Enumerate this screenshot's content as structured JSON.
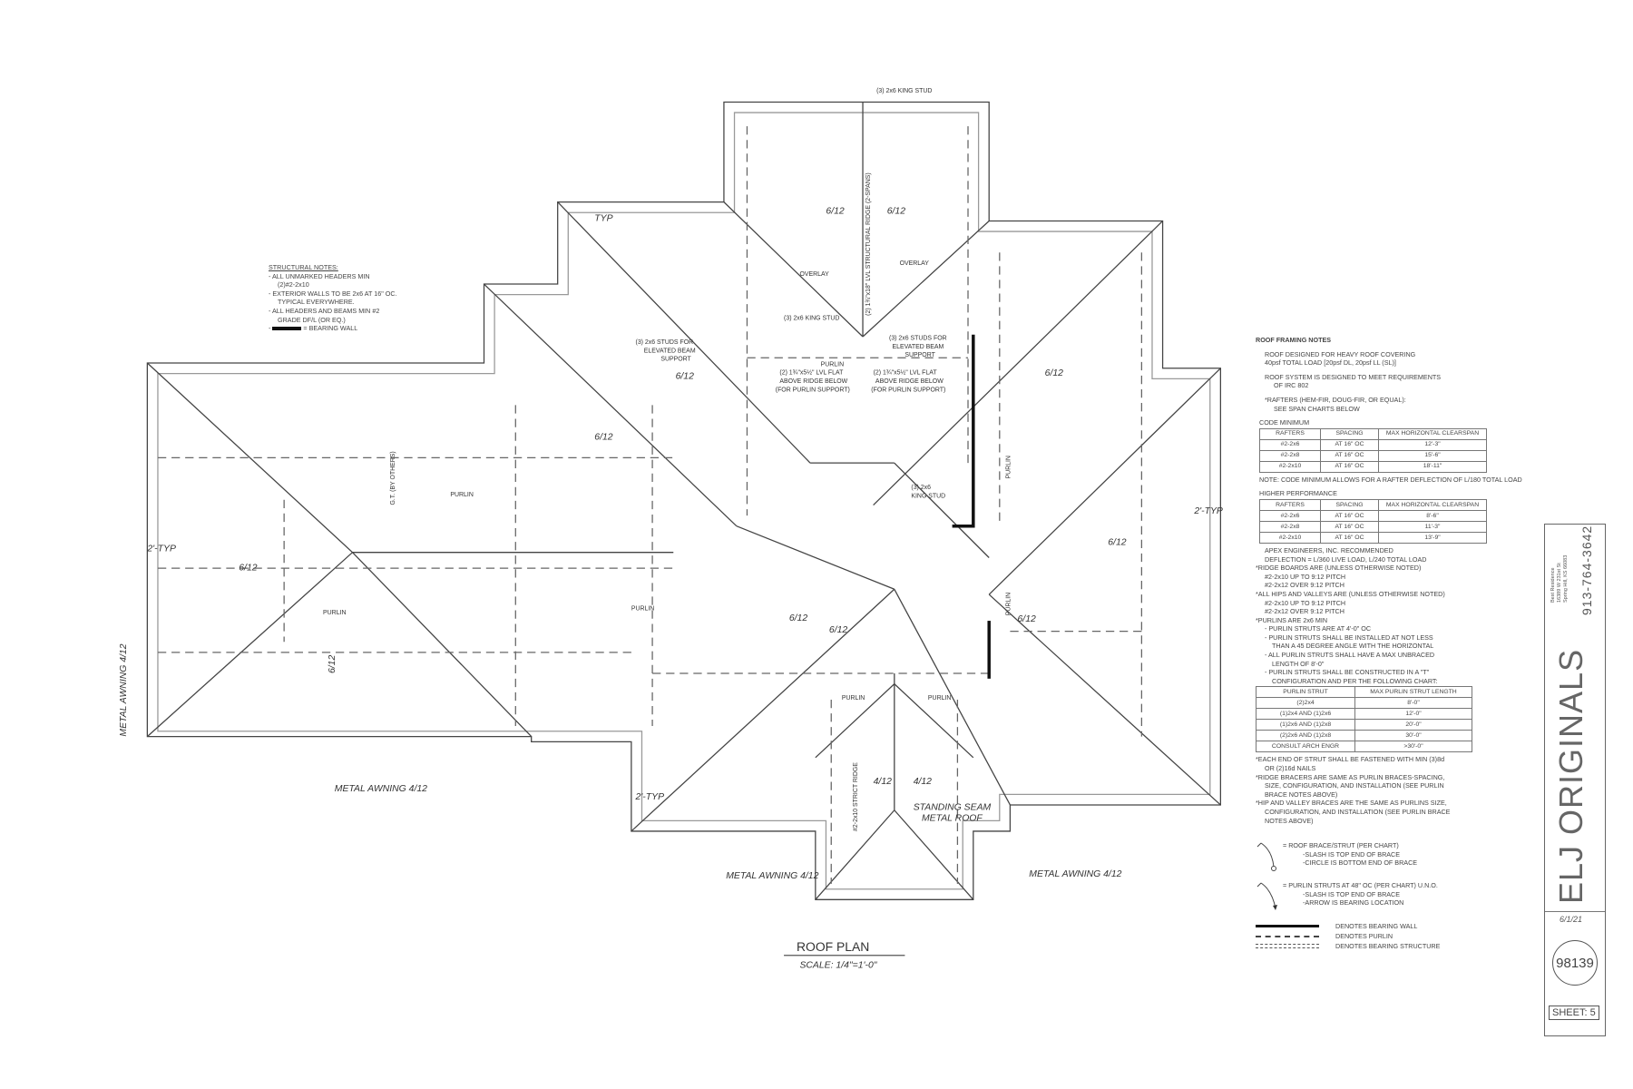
{
  "structural_notes": {
    "title": "STRUCTURAL NOTES:",
    "lines": [
      "- ALL UNMARKED HEADERS MIN",
      "(2)#2-2x10",
      "- EXTERIOR WALLS TO BE 2x6 AT 16\" OC.",
      "TYPICAL EVERYWHERE.",
      "- ALL HEADERS AND BEAMS MIN #2",
      "GRADE DF/L (OR EQ.)"
    ],
    "bearing_wall": "= BEARING WALL"
  },
  "roof_framing_notes": {
    "title": "ROOF FRAMING NOTES",
    "p1": [
      "ROOF DESIGNED FOR HEAVY ROOF COVERING",
      "40psf TOTAL LOAD [20psf DL, 20psf LL (SL)]"
    ],
    "p2": [
      "ROOF SYSTEM IS DESIGNED TO MEET REQUIREMENTS",
      "OF IRC 802"
    ],
    "p3": [
      "*RAFTERS (HEM-FIR, DOUG-FIR, OR EQUAL):",
      "SEE SPAN CHARTS BELOW"
    ],
    "code_min": {
      "title": "CODE MINIMUM",
      "headers": [
        "RAFTERS",
        "SPACING",
        "MAX HORIZONTAL CLEARSPAN"
      ],
      "rows": [
        [
          "#2-2x6",
          "AT 16\" OC",
          "12'-3\""
        ],
        [
          "#2-2x8",
          "AT 16\" OC",
          "15'-6\""
        ],
        [
          "#2-2x10",
          "AT 16\" OC",
          "18'-11\""
        ]
      ]
    },
    "code_note": "NOTE: CODE MINIMUM ALLOWS FOR A RAFTER DEFLECTION OF L/180 TOTAL LOAD",
    "higher": {
      "title": "HIGHER PERFORMANCE",
      "headers": [
        "RAFTERS",
        "SPACING",
        "MAX HORIZONTAL CLEARSPAN"
      ],
      "rows": [
        [
          "#2-2x6",
          "AT 16\" OC",
          "8'-6\""
        ],
        [
          "#2-2x8",
          "AT 16\" OC",
          "11'-3\""
        ],
        [
          "#2-2x10",
          "AT 16\" OC",
          "13'-9\""
        ]
      ]
    },
    "apex": [
      "APEX ENGINEERS, INC. RECOMMENDED",
      "DEFLECTION = L/360 LIVE LOAD, L/240 TOTAL LOAD"
    ],
    "ridge": [
      "*RIDGE BOARDS ARE (UNLESS OTHERWISE NOTED)",
      "#2-2x10 UP TO 9:12 PITCH",
      "#2-2x12 OVER 9:12 PITCH"
    ],
    "hips": [
      "*ALL HIPS AND VALLEYS ARE (UNLESS OTHERWISE NOTED)",
      "#2-2x10 UP TO 9:12 PITCH",
      "#2-2x12 OVER 9:12 PITCH"
    ],
    "purlins": [
      "*PURLINS ARE 2x6 MIN",
      "- PURLIN STRUTS ARE AT 4'-0\" OC",
      "- PURLIN STRUTS SHALL BE INSTALLED AT NOT LESS",
      "THAN A 45 DEGREE ANGLE WITH THE HORIZONTAL",
      "- ALL PURLIN STRUTS SHALL HAVE A MAX UNBRACED",
      "LENGTH OF 8'-0\"",
      "- PURLIN STRUTS SHALL BE CONSTRUCTED IN A \"T\"",
      "CONFIGURATION AND PER THE FOLLOWING CHART:"
    ],
    "purlin_table": {
      "headers": [
        "PURLIN STRUT",
        "MAX PURLIN STRUT LENGTH"
      ],
      "rows": [
        [
          "(2)2x4",
          "8'-0\""
        ],
        [
          "(1)2x4 AND (1)2x6",
          "12'-0\""
        ],
        [
          "(1)2x6 AND (1)2x8",
          "20'-0\""
        ],
        [
          "(2)2x6 AND (1)2x8",
          "30'-0\""
        ],
        [
          "CONSULT ARCH ENGR",
          ">30'-0\""
        ]
      ]
    },
    "each_end": [
      "*EACH END OF STRUT SHALL BE FASTENED WITH MIN (3)8d",
      "OR (2)16d NAILS"
    ],
    "ridge_bracers": [
      "*RIDGE BRACERS ARE SAME AS PURLIN BRACES-SPACING,",
      "SIZE, CONFIGURATION, AND INSTALLATION (SEE PURLIN",
      "BRACE NOTES ABOVE)"
    ],
    "hip_braces": [
      "*HIP AND VALLEY BRACES ARE THE SAME AS PURLINS SIZE,",
      "CONFIGURATION, AND INSTALLATION (SEE PURLIN BRACE",
      "NOTES ABOVE)"
    ],
    "legend_brace": [
      "= ROOF BRACE/STRUT (PER CHART)",
      "-SLASH IS TOP END OF BRACE",
      "-CIRCLE IS BOTTOM END OF BRACE"
    ],
    "legend_purlin_strut": [
      "= PURLIN STRUTS AT 48\" OC (PER CHART) U.N.O.",
      "-SLASH IS TOP END OF BRACE",
      "-ARROW IS BEARING LOCATION"
    ],
    "legend_lines": [
      "DENOTES BEARING WALL",
      "DENOTES PURLIN",
      "DENOTES BEARING STRUCTURE"
    ]
  },
  "plan_labels": {
    "king_stud_top": "(3) 2x6 KING STUD",
    "ridge_beam": "(2) 1¾\"x18\" LVL STRUCTURAL RIDGE (2-SPANS)",
    "overlay1": "OVERLAY",
    "overlay2": "OVERLAY",
    "king_stud_mid": "(3) 2x6 KING STUD",
    "studs_left": [
      "(3) 2x6 STUDS FOR",
      "ELEVATED BEAM",
      "SUPPORT"
    ],
    "studs_right": [
      "(3) 2x6 STUDS FOR",
      "ELEVATED BEAM",
      "SUPPORT"
    ],
    "lvl_left": [
      "(2) 1¾\"x5½\" LVL FLAT",
      "ABOVE RIDGE BELOW",
      "(FOR PURLIN SUPPORT)"
    ],
    "lvl_right": [
      "(2) 1¾\"x5½\" LVL FLAT",
      "ABOVE RIDGE BELOW",
      "(FOR PURLIN SUPPORT)"
    ],
    "purlin": "PURLIN",
    "king_stud_right": [
      "(3) 2x6",
      "KING STUD"
    ],
    "gt": "G.T. (BY OTHERS)",
    "strict_ridge": "#2-2x10 STRICT RIDGE",
    "pitches": [
      "6/12",
      "6/12",
      "6/12",
      "6/12",
      "6/12",
      "6/12",
      "6/12",
      "6/12",
      "6/12",
      "6/12",
      "4/12",
      "4/12",
      "6/12"
    ],
    "typ": [
      "TYP",
      "2'-TYP",
      "2'-TYP",
      "2'-TYP"
    ],
    "awnings": [
      "METAL AWNING 4/12",
      "METAL AWNING 4/12",
      "METAL AWNING 4/12",
      "METAL AWNING 4/12"
    ],
    "standing_seam": [
      "STANDING SEAM",
      "METAL ROOF"
    ],
    "title": "ROOF PLAN",
    "scale": "SCALE: 1/4\"=1'-0\""
  },
  "title_block": {
    "firm": "ELJ ORIGINALS",
    "phone": "913-764-3642",
    "address": [
      "Best Residence",
      "16389 W 231st St",
      "Spring Hill, KS 66083"
    ],
    "date": "6/1/21",
    "job_number": "98139",
    "sheet": "SHEET: 5"
  }
}
